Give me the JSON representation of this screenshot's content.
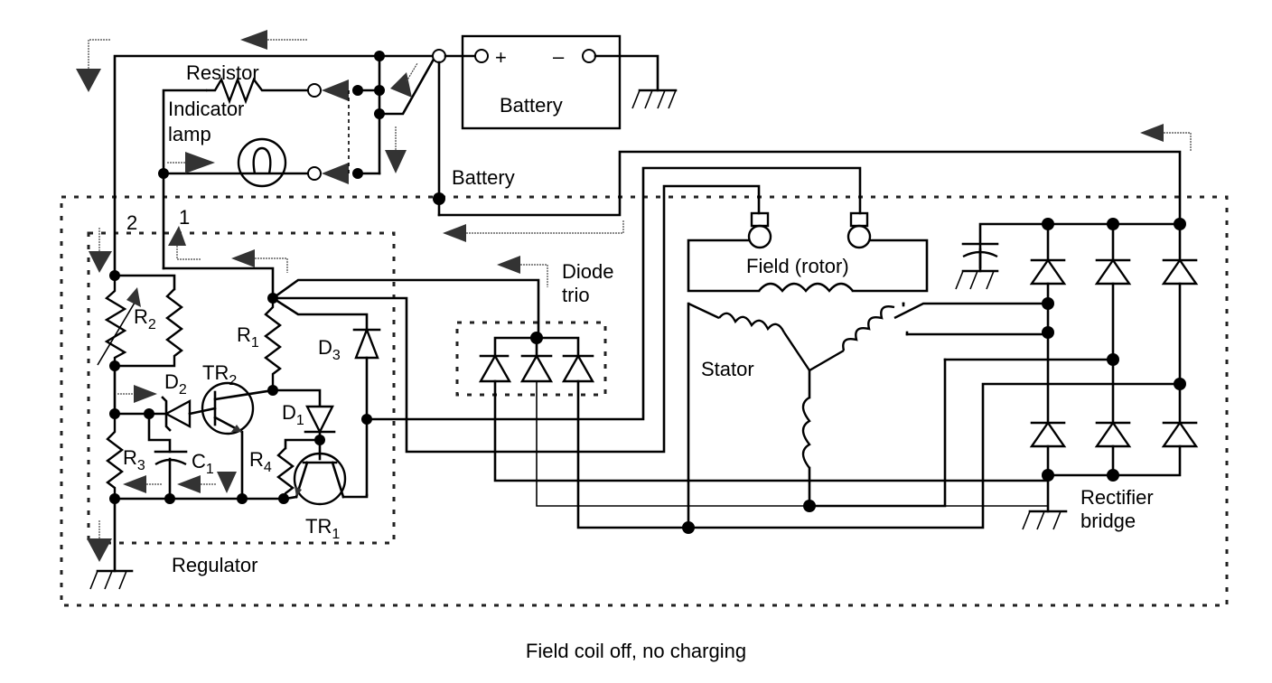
{
  "diagram": {
    "title": "Field coil off, no charging",
    "labels": {
      "resistor": "Resistor",
      "indicator_lamp_line1": "Indicator",
      "indicator_lamp_line2": "lamp",
      "battery_box": "Battery",
      "battery_plus": "+",
      "battery_minus": "–",
      "battery_terminal": "Battery",
      "diode_trio_line1": "Diode",
      "diode_trio_line2": "trio",
      "field_rotor": "Field (rotor)",
      "stator": "Stator",
      "rectifier_line1": "Rectifier",
      "rectifier_line2": "bridge",
      "regulator": "Regulator",
      "terminal_1": "1",
      "terminal_2": "2"
    },
    "components": {
      "R1": {
        "name": "R",
        "sub": "1"
      },
      "R2": {
        "name": "R",
        "sub": "2"
      },
      "R3": {
        "name": "R",
        "sub": "3"
      },
      "R4": {
        "name": "R",
        "sub": "4"
      },
      "C1": {
        "name": "C",
        "sub": "1"
      },
      "D1": {
        "name": "D",
        "sub": "1"
      },
      "D2": {
        "name": "D",
        "sub": "2"
      },
      "D3": {
        "name": "D",
        "sub": "3"
      },
      "TR1": {
        "name": "TR",
        "sub": "1"
      },
      "TR2": {
        "name": "TR",
        "sub": "2"
      }
    },
    "flow_arrows": [
      "left",
      "down",
      "down",
      "right",
      "down",
      "down-right",
      "left",
      "up",
      "left",
      "left",
      "left",
      "left",
      "down",
      "down",
      "right",
      "left"
    ]
  }
}
